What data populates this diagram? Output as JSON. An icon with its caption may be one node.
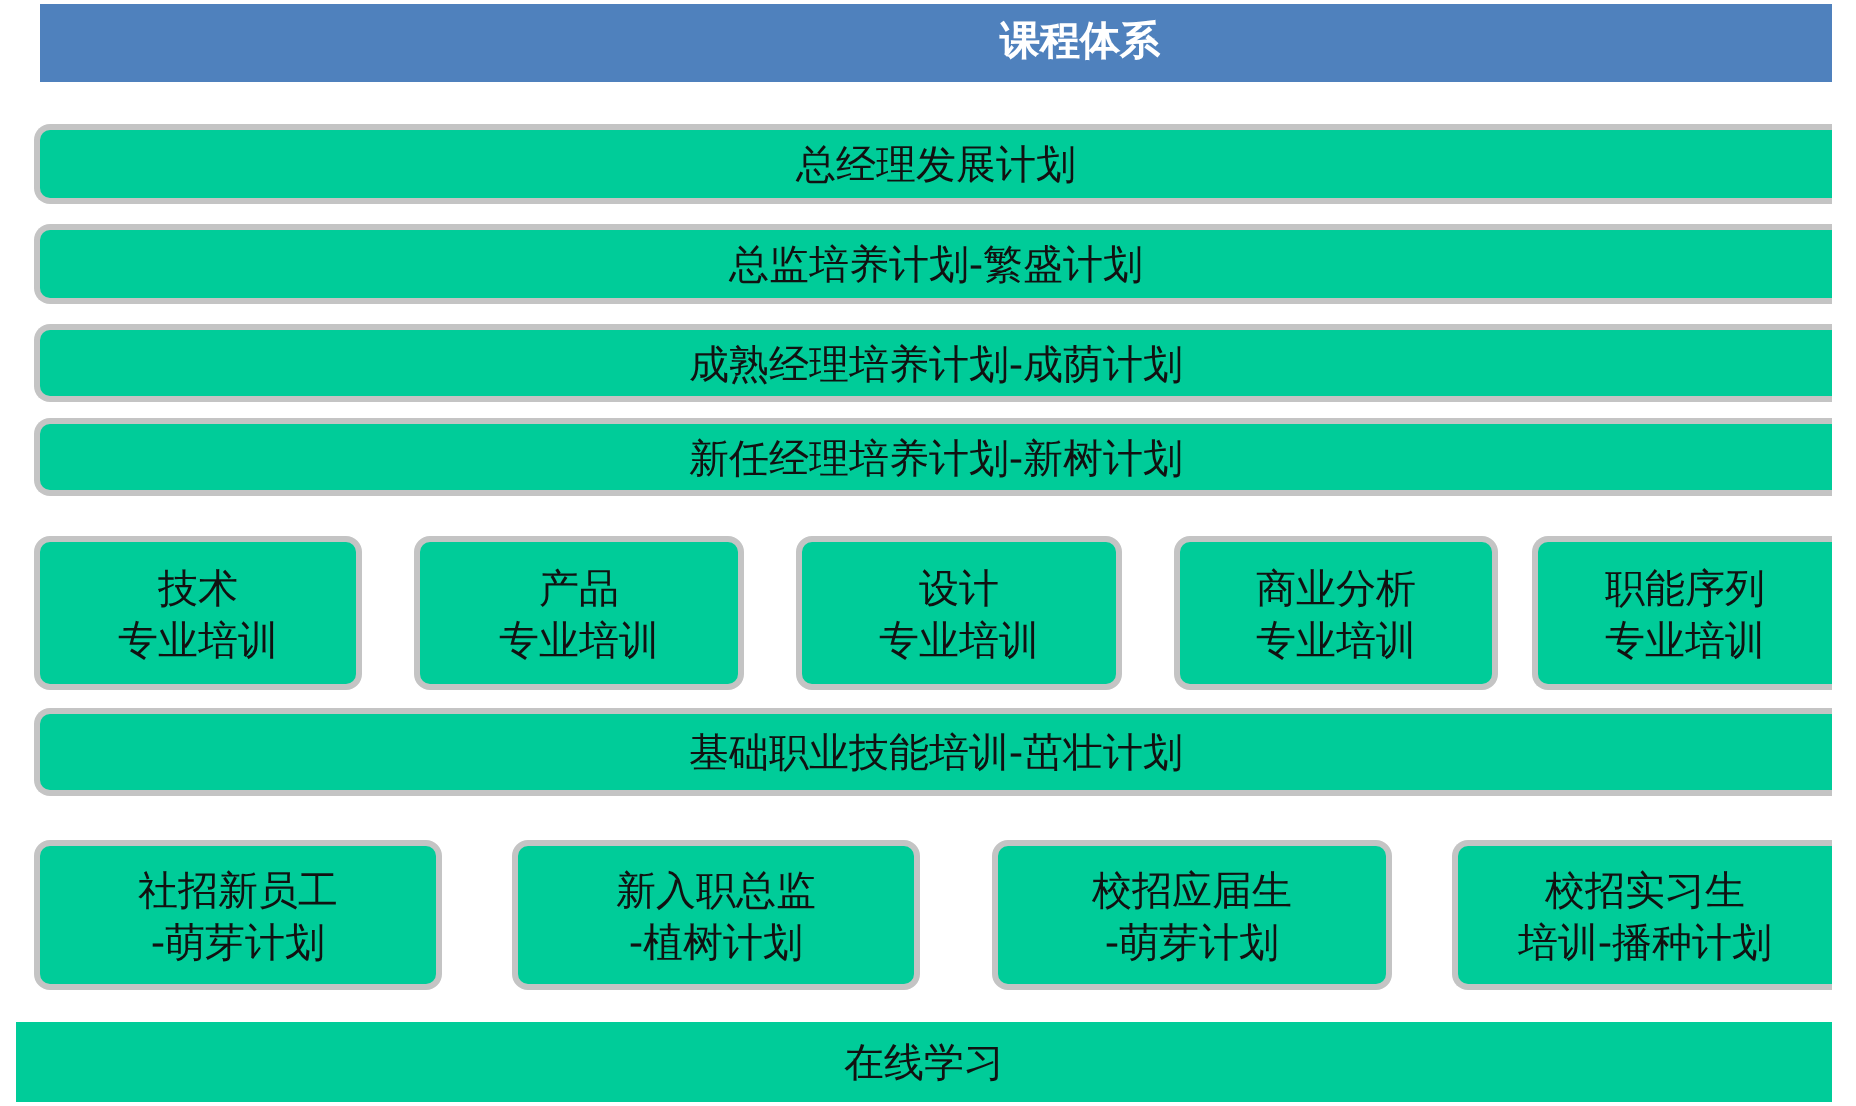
{
  "diagram": {
    "title": "课程体系",
    "nodes": [
      {
        "text": [
          "总经理发展计划"
        ]
      },
      {
        "text": [
          "总监培养计划-繁盛计划"
        ]
      },
      {
        "text": [
          "成熟经理培养计划-成荫计划"
        ]
      },
      {
        "text": [
          "新任经理培养计划-新树计划"
        ]
      },
      {
        "text": [
          "技术",
          "专业培训"
        ]
      },
      {
        "text": [
          "产品",
          "专业培训"
        ]
      },
      {
        "text": [
          "设计",
          "专业培训"
        ]
      },
      {
        "text": [
          "商业分析",
          "专业培训"
        ]
      },
      {
        "text": [
          "职能序列",
          "专业培训"
        ]
      },
      {
        "text": [
          "基础职业技能培训-茁壮计划"
        ]
      },
      {
        "text": [
          "社招新员工",
          "-萌芽计划"
        ]
      },
      {
        "text": [
          "新入职总监",
          "-植树计划"
        ]
      },
      {
        "text": [
          "校招应届生",
          "-萌芽计划"
        ]
      },
      {
        "text": [
          "校招实习生",
          "培训-播种计划"
        ]
      },
      {
        "text": [
          "在线学习"
        ]
      }
    ]
  }
}
